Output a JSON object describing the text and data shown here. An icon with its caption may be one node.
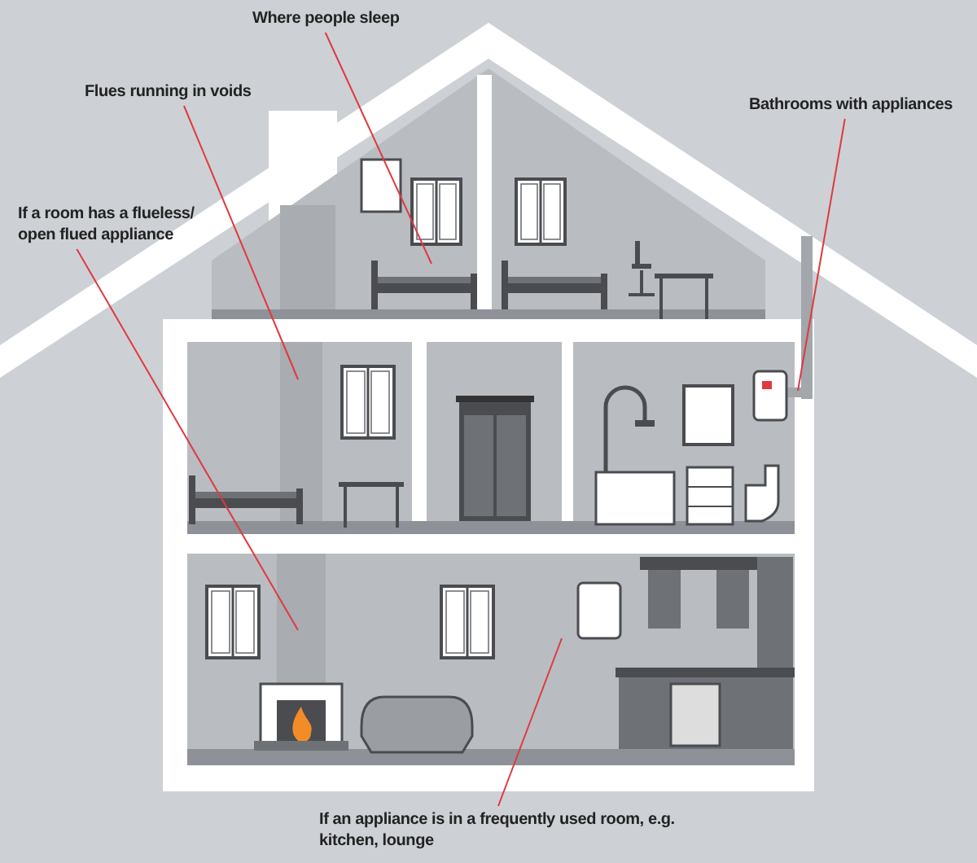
{
  "diagram": {
    "nodes": [
      {
        "text": [
          "Where people sleep"
        ]
      },
      {
        "text": [
          "Flues running in voids"
        ]
      },
      {
        "text": [
          "If a room has a flueless/ open flued appliance"
        ]
      },
      {
        "text": [
          "Bathrooms with appliances"
        ]
      },
      {
        "text": [
          "If an appliance is in a frequently used room, e.g. kitchen, lounge"
        ]
      }
    ],
    "edges": [
      {
        "from": 0,
        "to": null,
        "arrow": "none",
        "color": "#e0393e"
      },
      {
        "from": 1,
        "to": null,
        "arrow": "none",
        "color": "#e0393e"
      },
      {
        "from": 2,
        "to": null,
        "arrow": "none",
        "color": "#e0393e"
      },
      {
        "from": 3,
        "to": null,
        "arrow": "none",
        "color": "#e0393e"
      },
      {
        "from": 4,
        "to": null,
        "arrow": "none",
        "color": "#e0393e"
      }
    ]
  }
}
